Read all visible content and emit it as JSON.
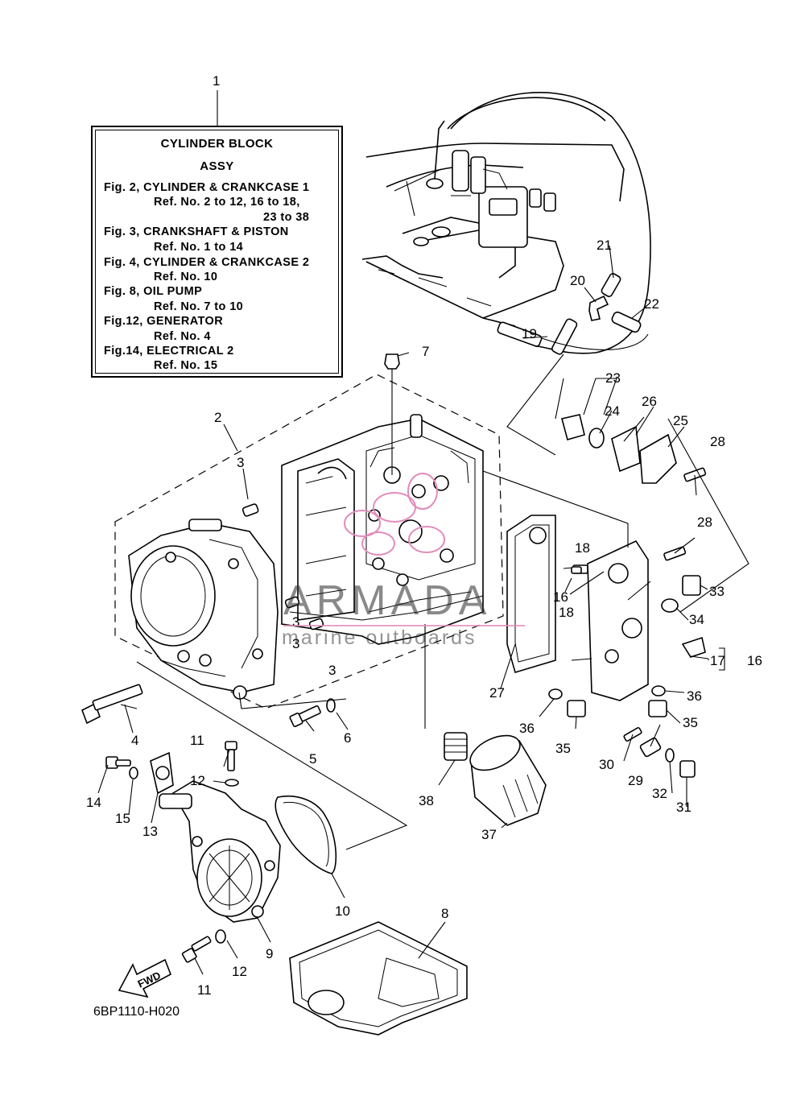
{
  "info_box": {
    "title_line1": "CYLINDER  BLOCK",
    "title_line2": "ASSY",
    "rows": [
      {
        "fig": "Fig. 2, CYLINDER & CRANKCASE 1"
      },
      {
        "ref": "Ref. No. 2 to 12, 16 to 18,"
      },
      {
        "ref2": "23 to 38"
      },
      {
        "fig": "Fig. 3, CRANKSHAFT & PISTON"
      },
      {
        "ref": "Ref. No. 1 to 14"
      },
      {
        "fig": "Fig. 4, CYLINDER & CRANKCASE 2"
      },
      {
        "ref": "Ref. No. 10"
      },
      {
        "fig": "Fig. 8, OIL PUMP"
      },
      {
        "ref": "Ref. No. 7 to 10"
      },
      {
        "fig": "Fig.12, GENERATOR"
      },
      {
        "ref": "Ref. No. 4"
      },
      {
        "fig": "Fig.14, ELECTRICAL 2"
      },
      {
        "ref": "Ref. No. 15"
      }
    ]
  },
  "callouts": [
    "1",
    "2",
    "3",
    "3",
    "3",
    "3",
    "4",
    "5",
    "6",
    "7",
    "8",
    "9",
    "10",
    "11",
    "11",
    "12",
    "12",
    "13",
    "14",
    "15",
    "16",
    "16",
    "17",
    "18",
    "18",
    "19",
    "20",
    "21",
    "22",
    "23",
    "24",
    "25",
    "26",
    "27",
    "28",
    "28",
    "29",
    "30",
    "31",
    "32",
    "33",
    "34",
    "35",
    "35",
    "36",
    "36",
    "37",
    "38"
  ],
  "fwd_label": "FWD",
  "diagram_code": "6BP1110-H020",
  "watermark": {
    "word": "ARMADA",
    "sub": "marine outboards",
    "accent_color": "#e38cbc"
  }
}
